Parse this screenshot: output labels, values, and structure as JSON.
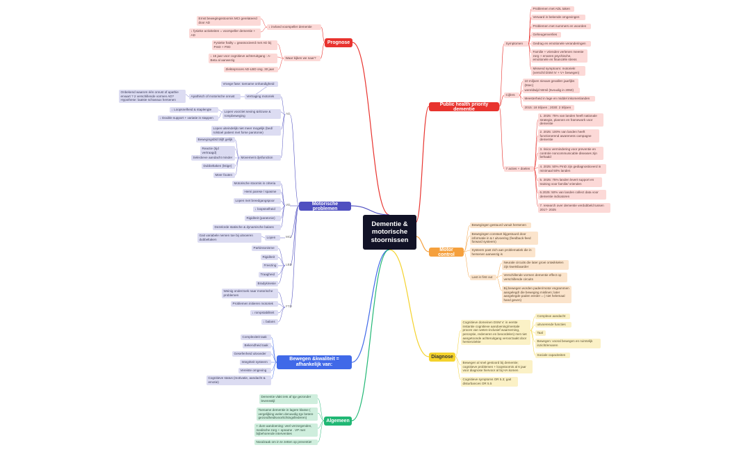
{
  "root": {
    "label": "Dementie & motorische stoornissen"
  },
  "colors": {
    "red": "#e8332e",
    "purple": "#4f4fc0",
    "orange": "#f5a03d",
    "yellow": "#f4d22c",
    "green": "#20b774",
    "blue": "#4069e8",
    "root": "#111226"
  },
  "prognose": {
    "label": "Prognose",
    "invloed": "↓ invloed voorspeller dementie",
    "invloed_items": [
      "Ernst bewegingsstoornis MCI gerelateerd door AD",
      "↓ fysieke activiteiten = voorspeller dementie + AD"
    ],
    "waar": "Waar kijken we naar?",
    "waar_items": [
      "Fysieke frailty = geassocieerd met AD bij PmD + PzD",
      "↓ 15 jaar voor cognitieve achteruitgang : A-Beta al aanwezig",
      "Ziekteproces AD-LBD ong. 30 jaar"
    ]
  },
  "public": {
    "label": "Public health priority  dementie",
    "symptomen": "Symptomen",
    "symptomen_items": [
      "Problemen met ADL taken",
      "Verward in bekende omgevingen",
      "Problemen met nummers en woorden",
      "Geheugenverlies",
      "Gedrag en emotionele veranderingen",
      "Familie + vrienden verlenen meeste zorg + ervaren psychische, emotionele en financiële stress",
      "Missend symptoom: motoriek! (verschil DSM IV + V+ bewegen)"
    ],
    "cijfers": "Cijfers",
    "cijfers_items": [
      "10 miljoen nieuwe gevallen jaarlijks (8sec)",
      "wereldwijd 50mil (5voudig in 2050)",
      "Meesterheid in lage en middel inkomenlanden",
      "2015: 18 triljoen ; 2030: 2 triljoen"
    ],
    "acties": "7 acties + doelen",
    "acties_items": [
      "1. 2025: 75% van landen heeft nationale strategie, plannen en framework voor dementie",
      "2. 2025: 100% van landen heeft functionerend awareness campagne dementie",
      "3. risico vermindering voor preventie en controle noncommunicable diseases zijn behaald",
      "4. 2025: 50% PmD zijn gediagnosticeerd in minimaal 50% landen",
      "5. 2025: 75% landen levert support en training voor familie/ vrienden",
      "6.2025: 50% van landen collect data voor dementie indicatoren",
      "7. research over dementie verdubbeld tussen 2017- 2025"
    ]
  },
  "motoriek": {
    "label": "Motorische problemen",
    "ad": "AD",
    "ad_groups": [
      {
        "label": "Vertraging motoriek",
        "items": [
          "Vroege fase: toename onhandigheid",
          "Apathisch of motorische onrust"
        ]
      },
      {
        "label": "Lopen voorziet sexing &ritzuse & rompbeweging",
        "items": [
          "↓ Loopsnelheid & staplengte",
          "↓ Double support + variatie in stappen"
        ]
      },
      {
        "label": "Movement dysfunction",
        "items": [
          "Bewegingsbld blijft gelijk",
          "Reactie (tijd vertraagd)",
          "Selectieve aandacht minder",
          "Dubbeltaken (lstige)",
          "Meer fouten"
        ]
      }
    ],
    "apathisch_note": "Onbekend waarom één onrust of apathie ervaart ? 2 verschillende vormen AD? Hypothese: laatste schaeaux hersenen",
    "lopen_extra": "Lopen uiteindelijk niet meer mogelijk (bed/ rolstoel patient met forse parotonie)",
    "vd": "VD",
    "vd_items": [
      "Motorische stoornis in criteria",
      "Hemi parese / spasme",
      "Lopen met breedgangspoor",
      "↓ loopsnelheid",
      "Rigiditeit (paratonie)",
      "Dezelorde statische & dynamische balans"
    ],
    "mci": "MCI",
    "mci_sub": "Lopen",
    "mci_items": [
      "Gait variabele nemen toe bij uitvoeren dubbeltaken"
    ],
    "lbd": "LBD",
    "lbd_items": [
      "Parkinsonisme",
      "Rigiditeit",
      "Freezing",
      "Traagheid",
      "Bradykinesie"
    ],
    "ftd": "FTD",
    "ftd_items": [
      "Weinig onderzoek naar motorische problemen",
      "Problemen initieren motoriek",
      "↓ rompstabiliteit",
      "↓ balans"
    ]
  },
  "bewegen": {
    "label": "Bewegen &kwaliteit = afhankelijk van:",
    "items": [
      "Complexiteit taak",
      "Bekendheid taak",
      "Gesefenheid uitvoeder",
      "Integriteit systeem",
      "Vereiste omgeving",
      "Cognitieve status (motivatie, aandacht & emotie)"
    ]
  },
  "motor": {
    "label": "Motor control",
    "items": [
      "Bewegingen gestuurd vanuit hersenen",
      "Bewegingen constant bijgestuurd door informatie in & t uitvoering (feedback-feed forward systeem)",
      "Systeem past zich aan problematiek die in hersenen aanwezig is"
    ],
    "lif": "Last in first out",
    "lif_items": [
      "Neurale circuits die later groei ontwikkelen zijn kwetsbaarder",
      "Verschillende vormen dementie effect op verschillende circuits",
      "Bij bewegen worden paden/motor engrammen aangelegd! die beweging mislinen; later aangelegde paden eerder = ( niet helemaal hand geven)"
    ]
  },
  "diagnose": {
    "label": "Diagnose",
    "main_text": "Cognitieve domeinen DSM V: in eerste instantie cognitieve aandoening/mentale proces van weten-inclusief waarneming, perceptie, redeneren en beoordelen) met niet aangetoonde achteruitgang veroorzaakt door hersenziekte",
    "domains": [
      "Complexe aandacht",
      "uitvoerende functies",
      "Taal",
      "Bewegen: vooral bewegen en ruimtelijk inzicht/ervaren",
      "Sociale capaciteiten"
    ],
    "items": [
      "Bewegen al snel gestoord bij dementie; cognitieve problemen + loopstoornis al 6 jaar voor diagnose hiervoor al bij HA komen",
      "Cognitieve symptoms OR 5.3; gait disturbances OR 5.5"
    ]
  },
  "algemeen": {
    "label": "Algemeen",
    "items": [
      "Dementie vlakt iets af tgv gezonder levensstijl",
      "Toename dementie in lagere klasse ( vergelijking welen denuwdig tgv betere gezondheidsvoorlichtingsfiederen)",
      "+ dure aandoening: veel verzorgenden, medische zorg + opname . VP met bijbehorende interventies",
      "Noodzaak om in te zetten op preventie!"
    ]
  }
}
